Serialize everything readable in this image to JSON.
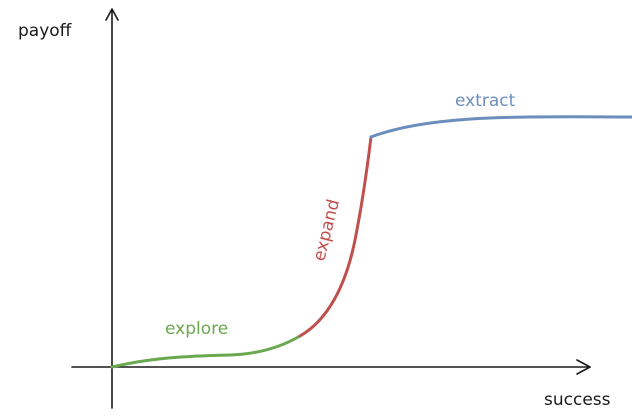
{
  "axes": {
    "y_label": "payoff",
    "x_label": "success"
  },
  "phases": [
    {
      "id": "explore",
      "label": "explore",
      "color": "#6aa84f"
    },
    {
      "id": "expand",
      "label": "expand",
      "color": "#c0504d"
    },
    {
      "id": "extract",
      "label": "extract",
      "color": "#6c8ebf"
    }
  ]
}
